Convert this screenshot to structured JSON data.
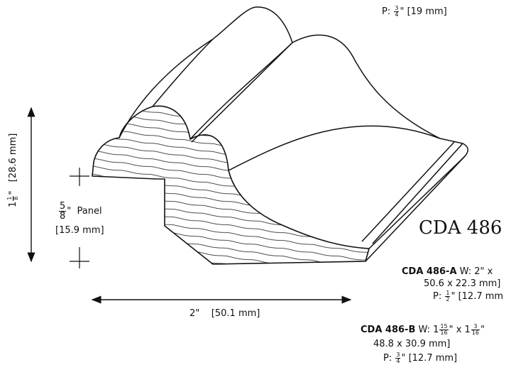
{
  "top_profile_label": {
    "prefix": "P:",
    "frac_num": "3",
    "frac_den": "4",
    "suffix": "\" [19 mm]"
  },
  "title": "CDA 486",
  "variant_a": {
    "code": "CDA 486-A",
    "width_text": "W: 2\" x",
    "metric": "50.6 x 22.3 mm]",
    "p_prefix": "P:",
    "p_num": "1",
    "p_den": "2",
    "p_suffix": "\" [12.7 mm"
  },
  "variant_b": {
    "code": "CDA 486-B",
    "w_prefix": "W: 1",
    "w_num1": "15",
    "w_den1": "16",
    "w_mid": "\" x 1",
    "w_num2": "3",
    "w_den2": "16",
    "w_suffix": "\"",
    "metric": "48.8 x 30.9 mm]",
    "p_prefix": "P:",
    "p_num": "3",
    "p_den": "4",
    "p_suffix": "\" [12.7 mm]"
  },
  "height_dim": {
    "whole": "1",
    "num": "1",
    "den": "8",
    "suffix": "\"",
    "metric": "[28.6 mm]"
  },
  "panel_dim": {
    "num": "5",
    "den": "8",
    "suffix": "\"",
    "label": "Panel",
    "metric": "[15.9 mm]"
  },
  "width_dim": {
    "imperial": "2\"",
    "metric": "[50.1 mm]"
  }
}
